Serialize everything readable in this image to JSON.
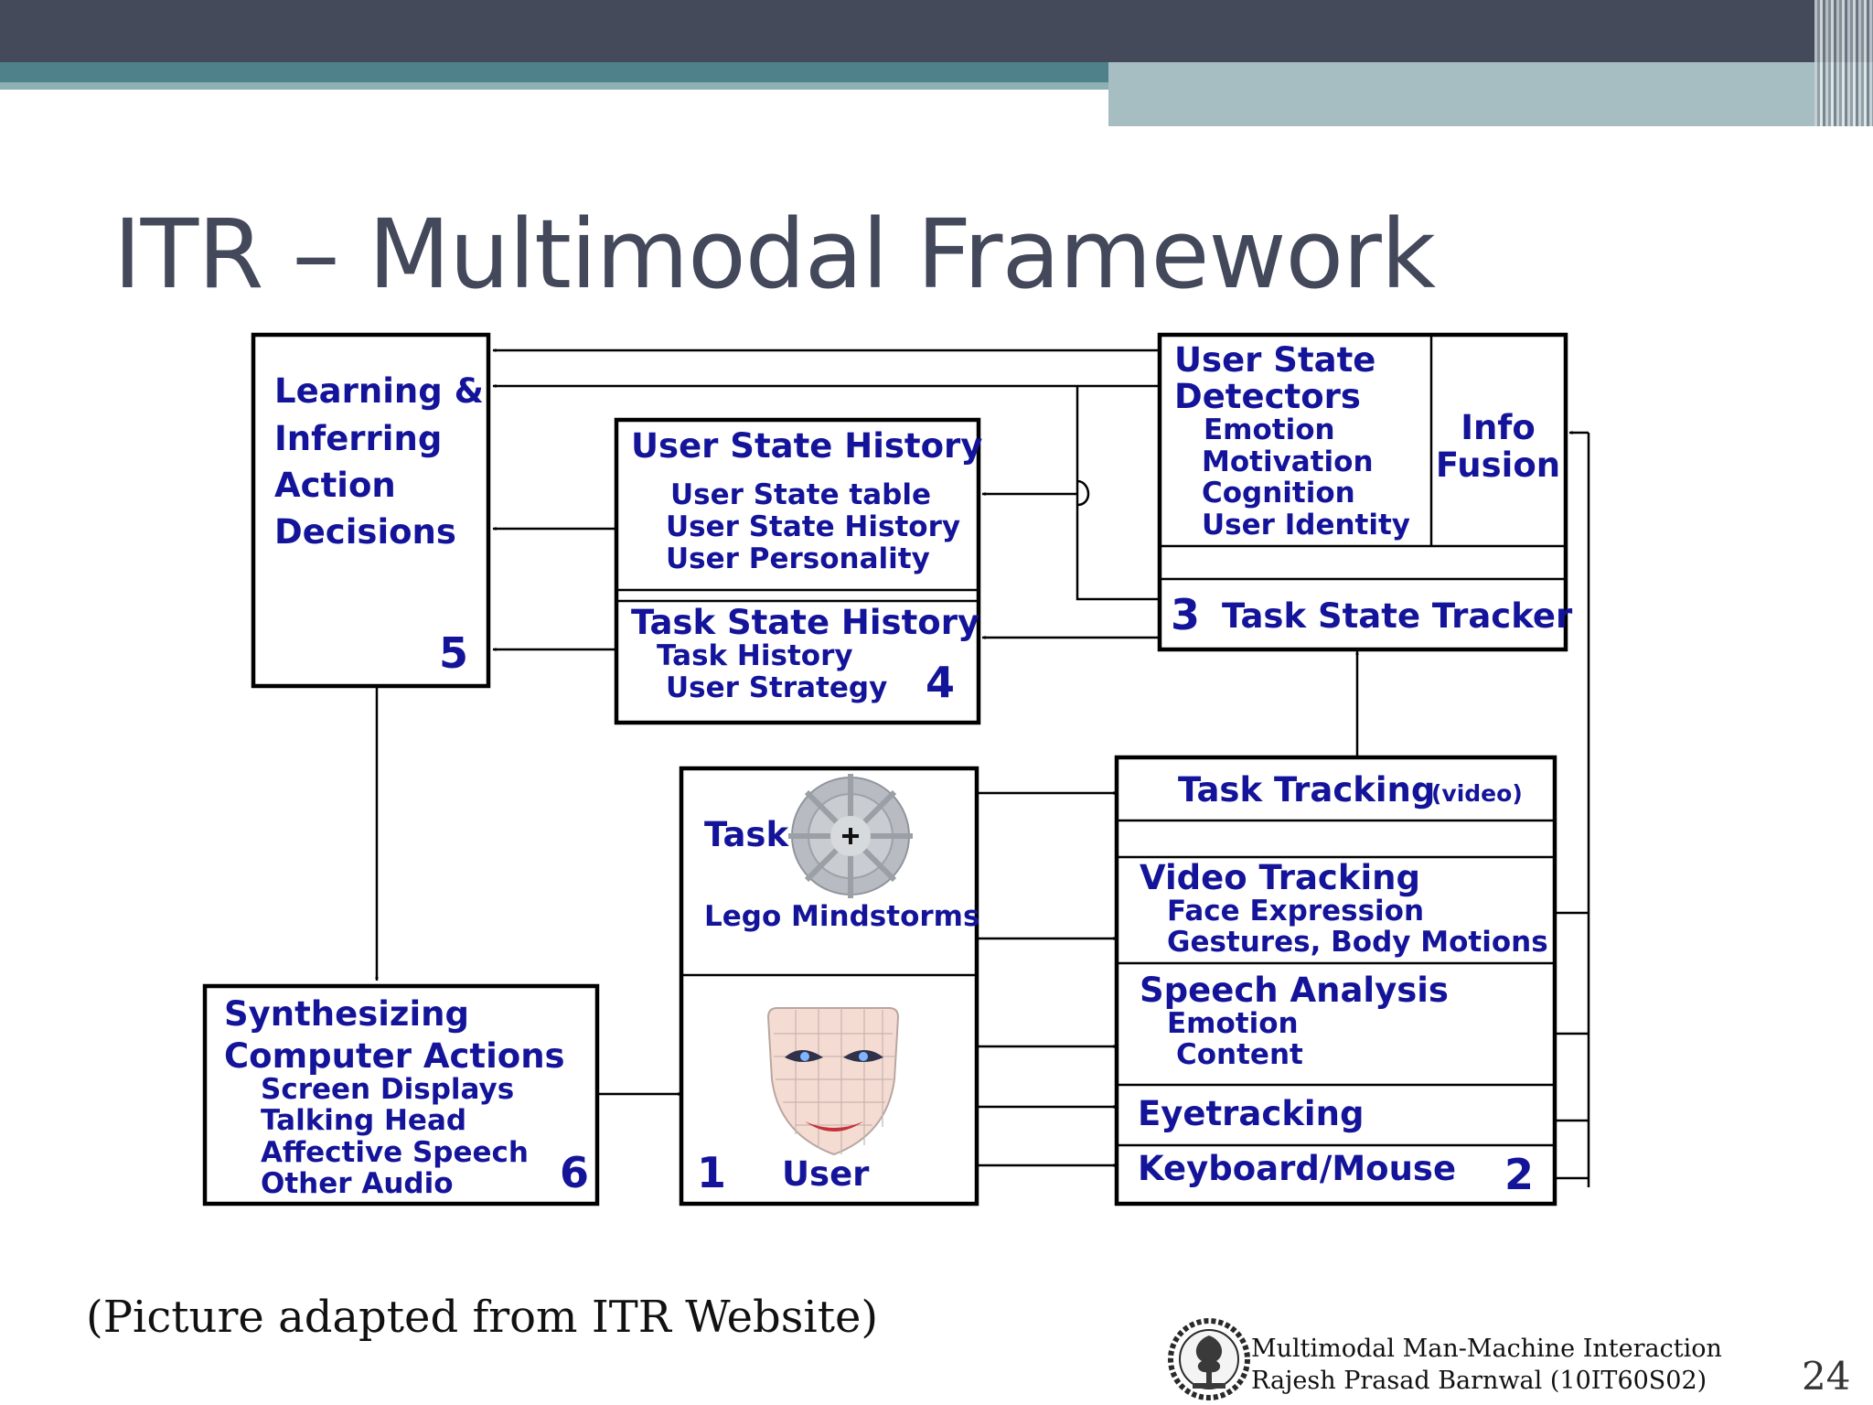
{
  "slide": {
    "title": "ITR – Multimodal Framework",
    "caption": "(Picture adapted from ITR Website)",
    "footer_line1": "Multimodal Man-Machine Interaction",
    "footer_line2": "Rajesh Prasad Barnwal (10IT60S02)",
    "page_number": "24"
  },
  "diagram": {
    "box5": {
      "lines": [
        "Learning &",
        "Inferring",
        "Action",
        "Decisions"
      ],
      "number": "5"
    },
    "box4": {
      "user_history_title": "User State History",
      "user_history_items": [
        "User State table",
        "User State History",
        "User Personality"
      ],
      "task_history_title": "Task State History",
      "task_history_items": [
        "Task History",
        "User Strategy"
      ],
      "number": "4"
    },
    "box3": {
      "detectors_title": [
        "User State",
        "Detectors"
      ],
      "detectors_items": [
        "Emotion",
        "Motivation",
        "Cognition",
        "User Identity"
      ],
      "fusion": [
        "Info",
        "Fusion"
      ],
      "number": "3",
      "tracker": "Task State Tracker"
    },
    "box1": {
      "task_label": "Task",
      "task_name": "Lego Mindstorms",
      "number": "1",
      "user_label": "User"
    },
    "box2": {
      "task_tracking": "Task Tracking",
      "task_tracking_note": "(video)",
      "video_tracking": "Video Tracking",
      "video_items": [
        "Face Expression",
        "Gestures, Body Motions"
      ],
      "speech": "Speech Analysis",
      "speech_items": [
        "Emotion",
        "Content"
      ],
      "eyetracking": "Eyetracking",
      "keyboard": "Keyboard/Mouse",
      "number": "2"
    },
    "box6": {
      "title_lines": [
        "Synthesizing",
        "Computer Actions"
      ],
      "items": [
        "Screen Displays",
        "Talking Head",
        "Affective Speech",
        "Other Audio"
      ],
      "number": "6"
    }
  },
  "colors": {
    "header_dark": "#454a5a",
    "header_teal": "#4e8189",
    "header_light": "#a6bec2",
    "diagram_text": "#14149a",
    "title_text": "#43485a"
  }
}
